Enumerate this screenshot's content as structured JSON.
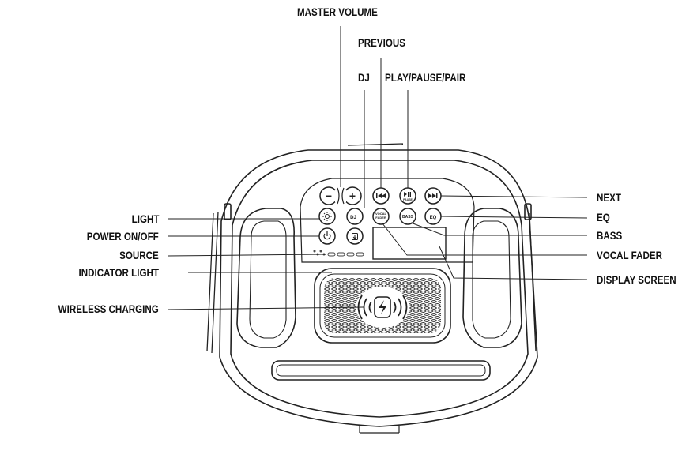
{
  "labels": {
    "master_volume": "MASTER VOLUME",
    "previous": "PREVIOUS",
    "dj": "DJ",
    "play_pause_pair": "PLAY/PAUSE/PAIR",
    "next": "NEXT",
    "eq": "EQ",
    "bass": "BASS",
    "vocal_fader": "VOCAL FADER",
    "display_screen": "DISPLAY SCREEN",
    "light": "LIGHT",
    "power": "POWER ON/OFF",
    "source": "SOURCE",
    "indicator_light": "INDICATOR LIGHT",
    "wireless_charging": "WIRELESS CHARGING"
  },
  "button_text": {
    "minus": "−",
    "plus": "+",
    "dj": "DJ",
    "pause": "PAUSE",
    "vocal": "VOCAL",
    "fader": "FADER",
    "bass": "BASS",
    "eq": "EQ"
  }
}
